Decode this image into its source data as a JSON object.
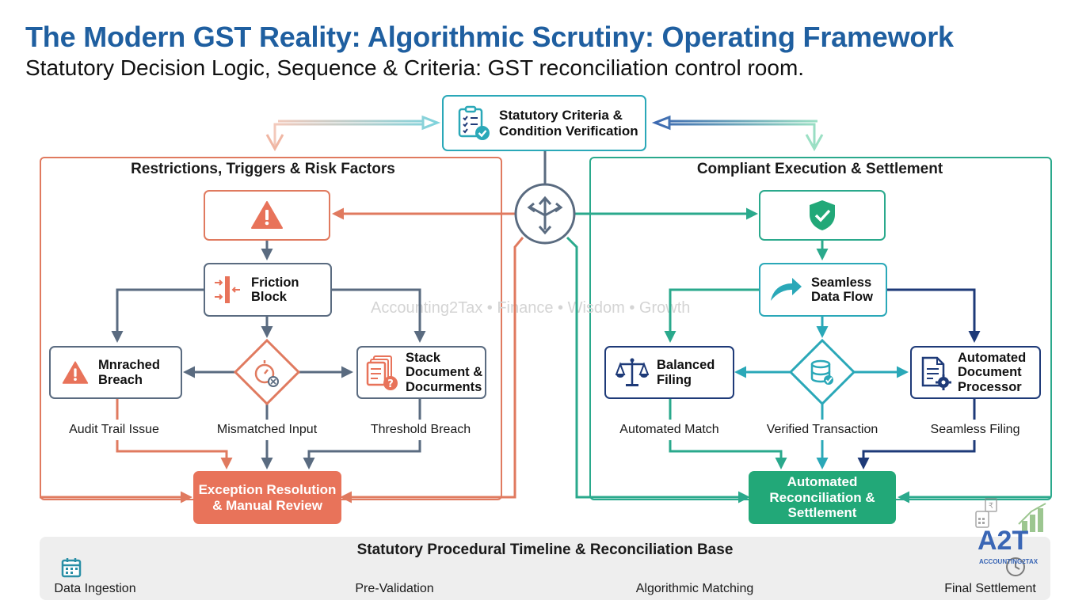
{
  "header": {
    "title": "The Modern GST Reality: Algorithmic Scrutiny: Operating Framework",
    "subtitle": "Statutory Decision Logic, Sequence & Criteria: GST reconciliation control room."
  },
  "center": {
    "top_box_label": "Statutory Criteria & Condition Verification"
  },
  "left_panel": {
    "title": "Restrictions, Triggers & Risk Factors",
    "alert_box_icon": "warning-triangle-icon",
    "friction_box": "Friction Block",
    "left_node": "Mnrached Breach",
    "center_node_icon": "timer-cancel-icon",
    "right_node": "Stack Document & Docurments",
    "captions": [
      "Audit Trail Issue",
      "Mismatched Input",
      "Threshold Breach"
    ],
    "final": "Exception Resolution & Manual Review"
  },
  "right_panel": {
    "title": "Compliant Execution & Settlement",
    "shield_box_icon": "shield-check-icon",
    "flow_box": "Seamless Data Flow",
    "left_node": "Balanced Filing",
    "center_node_icon": "database-check-icon",
    "right_node": "Automated Document Processor",
    "captions": [
      "Automated Match",
      "Verified Transaction",
      "Seamless Filing"
    ],
    "final": "Automated Reconciliation & Settlement"
  },
  "watermark": "Accounting2Tax • Finance • Wisdom • Growth",
  "timeline": {
    "title": "Statutory Procedural Timeline & Reconciliation Base",
    "labels": [
      "Data Ingestion",
      "Pre-Validation",
      "Algorithmic Matching",
      "Final Settlement"
    ]
  },
  "logo": {
    "text": "A2T",
    "subtext": "ACCOUNTING2TAX"
  },
  "colors": {
    "title_blue": "#1f5fa0",
    "risk_orange": "#e07a5f",
    "risk_slate": "#5a6b80",
    "success_green": "#2aa98c",
    "teal": "#2aa8b8",
    "navy": "#1e3a78",
    "final_orange": "#e8735a",
    "final_green": "#22a878"
  }
}
